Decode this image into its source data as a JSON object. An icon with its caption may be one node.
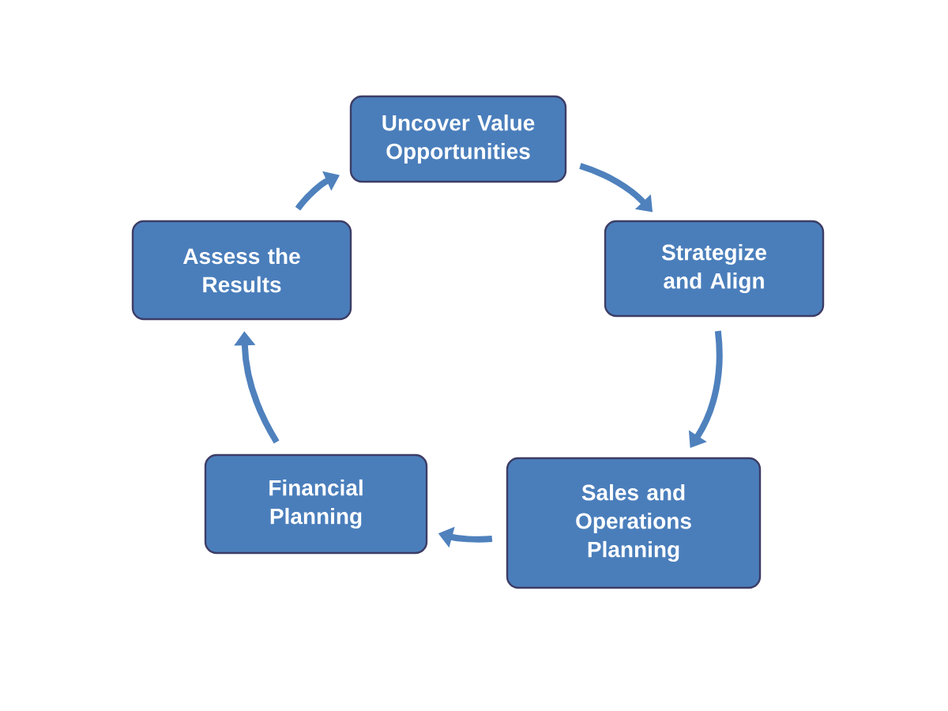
{
  "diagram": {
    "nodes": [
      {
        "text": [
          "Uncover Value Opportunities"
        ]
      },
      {
        "text": [
          "Strategize and Align"
        ]
      },
      {
        "text": [
          "Sales and Operations Planning"
        ]
      },
      {
        "text": [
          "Financial Planning"
        ]
      },
      {
        "text": [
          "Assess the Results"
        ]
      }
    ],
    "edges": [
      {
        "from": 0,
        "to": 1,
        "arrow": "to"
      },
      {
        "from": 1,
        "to": 2,
        "arrow": "to"
      },
      {
        "from": 2,
        "to": 3,
        "arrow": "to"
      },
      {
        "from": 3,
        "to": 4,
        "arrow": "to"
      },
      {
        "from": 4,
        "to": 0,
        "arrow": "to"
      }
    ]
  }
}
